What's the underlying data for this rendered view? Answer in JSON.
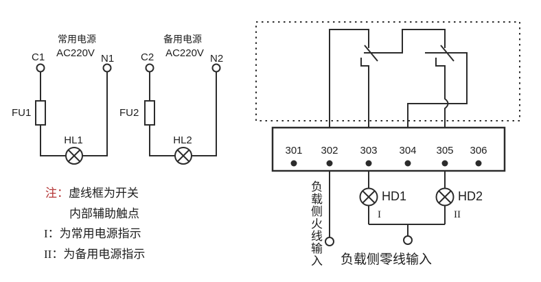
{
  "colors": {
    "line": "#2b2b2b",
    "text": "#1d1d1d",
    "note_red": "#b43434",
    "background": "#ffffff"
  },
  "source_circuits": [
    {
      "title": "常用电源",
      "voltage": "AC220V",
      "live_terminal": "C1",
      "neutral_terminal": "N1",
      "fuse_label": "FU1",
      "lamp_label": "HL1"
    },
    {
      "title": "备用电源",
      "voltage": "AC220V",
      "live_terminal": "C2",
      "neutral_terminal": "N2",
      "fuse_label": "FU2",
      "lamp_label": "HL2"
    }
  ],
  "notes": {
    "prefix": "注：",
    "line1": "虚线框为开关",
    "line2": "内部辅助触点",
    "item1_numeral": "I：",
    "item1_text": "为常用电源指示",
    "item2_numeral": "II：",
    "item2_text": "为备用电源指示"
  },
  "terminal_block": {
    "terminals": [
      "301",
      "302",
      "303",
      "304",
      "305",
      "306"
    ]
  },
  "load_indicators": {
    "lamp1_label": "HD1",
    "lamp1_numeral": "I",
    "lamp2_label": "HD2",
    "lamp2_numeral": "II"
  },
  "io_labels": {
    "live_input": "负载侧火线输入",
    "neutral_input": "负载侧零线输入"
  }
}
